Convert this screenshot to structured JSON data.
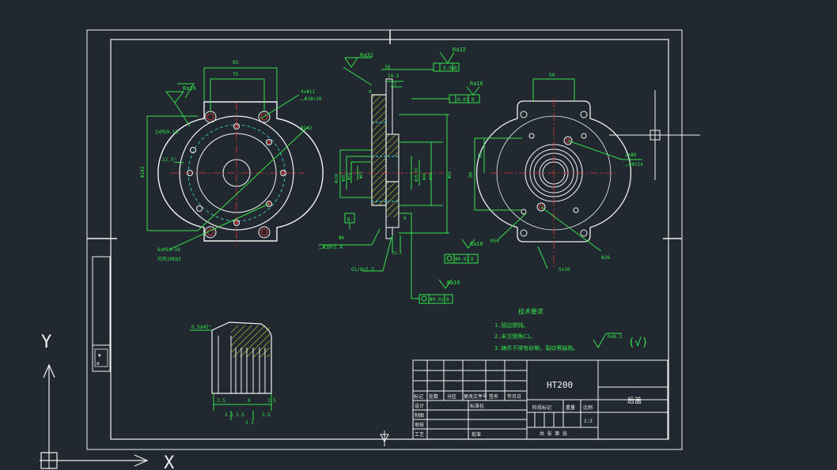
{
  "app": {
    "background": "#212830"
  },
  "colors": {
    "outline": "#f2f2f2",
    "dimension": "#34e34a",
    "hidden": "#40e0e0",
    "center": "#e03232",
    "hatch": "#e6e630"
  },
  "front_view": {
    "dim_95": "95",
    "dim_75": "75",
    "roughness": "Ra16",
    "holes_note_1": "4xΦ11",
    "holes_note_2": "⌴Φ18▽10",
    "dia_pcd": "Φ142",
    "hole_note": "2xM10-18",
    "angle": "22.5°",
    "dia_left": "Φ162",
    "thread_note_1": "6xM10-18",
    "thread_note_2": "均布20EQS"
  },
  "section_view": {
    "rough_top": "Ra32",
    "dim_38": "38",
    "dim_24_5": "24.5",
    "dim_17": "17",
    "dim_4": "4",
    "flatness": "0.01",
    "datum_b": "B",
    "rough_mid": "Ra16",
    "perp": "0.01",
    "dia_110": "Φ110",
    "dia_85": "Φ85",
    "dia_72": "Φ72",
    "dia_67": "Φ67",
    "dia_35": "Φ35 H7",
    "dia_48": "Φ48",
    "dia_46": "Φ46",
    "dia_92": "Φ92",
    "dim_6": "6",
    "dim_11_5": "11.5",
    "dim_phi6": "Φ6",
    "csk": "⌴Φ10▽1.4",
    "thread": "G1/8▽7.5",
    "rough_low": "Ra16",
    "conc_1": "Φ0.02",
    "rough_bottom": "Ra16",
    "conc_2": "Φ0.02"
  },
  "side_view": {
    "dim_50": "50",
    "dim_65": "65",
    "dim_96": "96",
    "hole_note_1": "2xΦ6",
    "hole_note_2": "⌴Φ8▽14",
    "r_note": "R50",
    "dim_5x10": "5x10",
    "dia_note": "Φ28"
  },
  "detail_view": {
    "chamfer": "0.5X45°",
    "dims": [
      "2.5",
      "6",
      "2.5",
      "3.5",
      "3.5",
      "3.5",
      "3.5"
    ]
  },
  "tech_req": {
    "title": "技术要求",
    "items": [
      "1.锐边倒钝。",
      "2.未注倒角C1。",
      "3.铸件不得有砂眼，裂纹等缺陷。"
    ],
    "roughness": "Ra6.3",
    "bracket": "(√)"
  },
  "title_block": {
    "material": "HT200",
    "part_name": "后盖",
    "labels": [
      "标记",
      "处数",
      "分区",
      "更改文件号",
      "签名",
      "年月日"
    ],
    "design": "设计",
    "std": "标准化",
    "check": "制图",
    "review": "审核",
    "process": "工艺",
    "approve": "批准",
    "stage": "阶段标记",
    "weight": "重量",
    "scale": "比例",
    "scale_val": "1:2",
    "sheets": "共  张   第  张"
  },
  "axes": {
    "y_label": "Y",
    "x_label": "X"
  },
  "ucs": {
    "icon": "ucs-icon"
  }
}
